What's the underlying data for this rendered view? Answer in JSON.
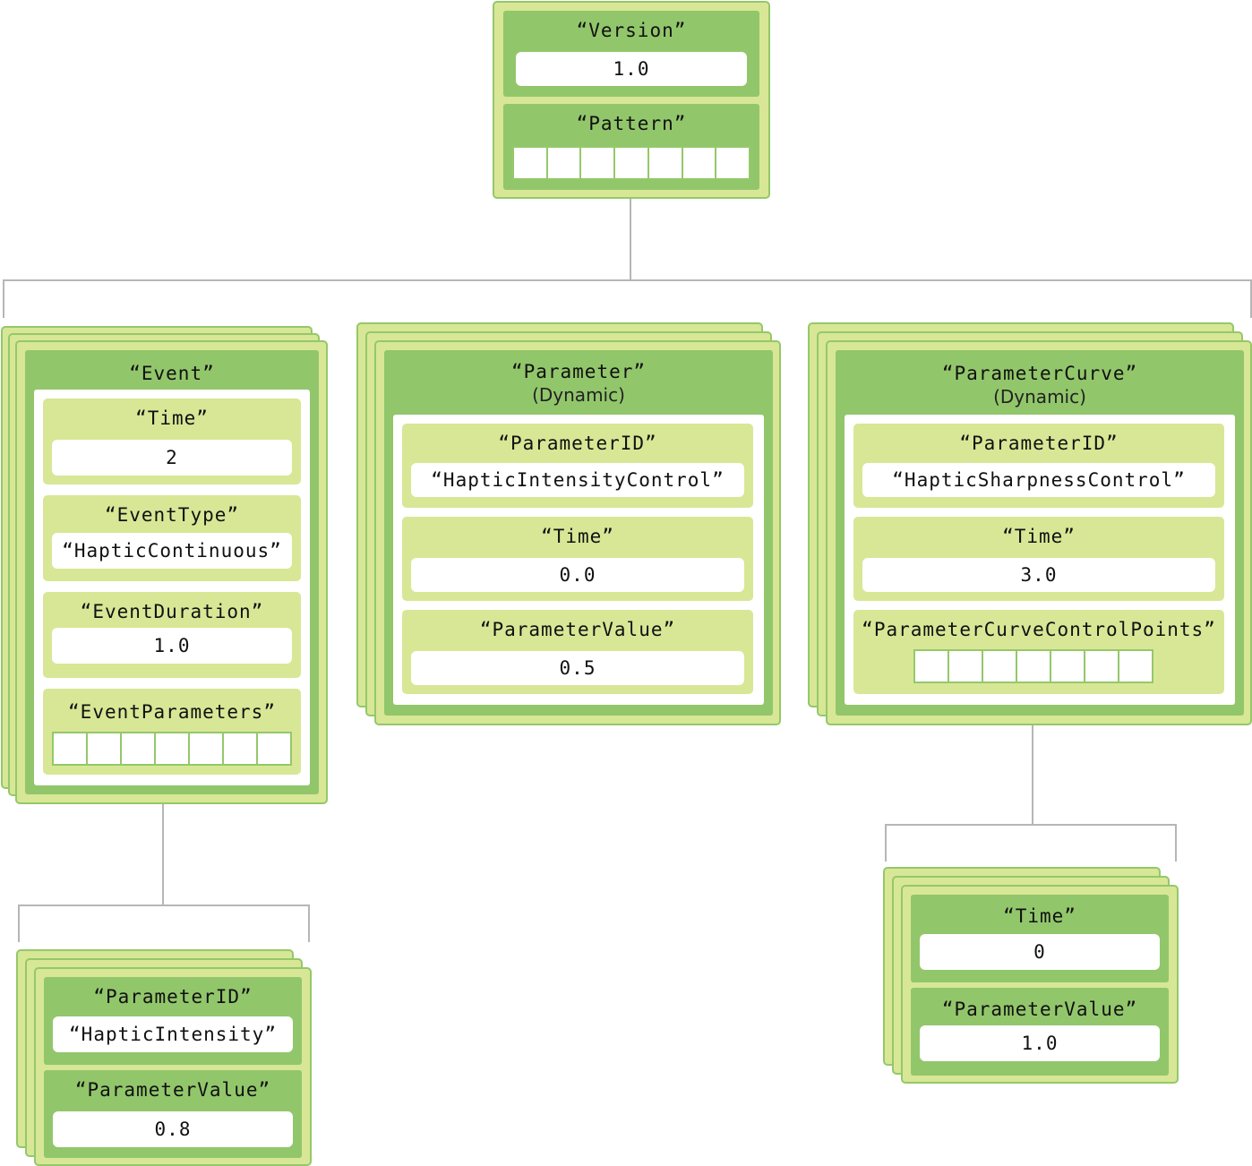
{
  "root": {
    "version_key": "“Version”",
    "version_value": "1.0",
    "pattern_key": "“Pattern”"
  },
  "event": {
    "title": "“Event”",
    "time_key": "“Time”",
    "time_value": "2",
    "event_type_key": "“EventType”",
    "event_type_value": "“HapticContinuous”",
    "event_duration_key": "“EventDuration”",
    "event_duration_value": "1.0",
    "event_parameters_key": "“EventParameters”"
  },
  "parameter": {
    "title": "“Parameter”",
    "subtitle": "(Dynamic)",
    "parameter_id_key": "“ParameterID”",
    "parameter_id_value": "“HapticIntensityControl”",
    "time_key": "“Time”",
    "time_value": "0.0",
    "parameter_value_key": "“ParameterValue”",
    "parameter_value_value": "0.5"
  },
  "parameter_curve": {
    "title": "“ParameterCurve”",
    "subtitle": "(Dynamic)",
    "parameter_id_key": "“ParameterID”",
    "parameter_id_value": "“HapticSharpnessControl”",
    "time_key": "“Time”",
    "time_value": "3.0",
    "control_points_key": "“ParameterCurveControlPoints”"
  },
  "event_parameter": {
    "parameter_id_key": "“ParameterID”",
    "parameter_id_value": "“HapticIntensity”",
    "parameter_value_key": "“ParameterValue”",
    "parameter_value_value": "0.8"
  },
  "control_point": {
    "time_key": "“Time”",
    "time_value": "0",
    "parameter_value_key": "“ParameterValue”",
    "parameter_value_value": "1.0"
  },
  "colors": {
    "light_green": "#d7e796",
    "dark_green": "#92c66b",
    "border_green": "#94c86a",
    "connector_gray": "#b6b6b6"
  }
}
